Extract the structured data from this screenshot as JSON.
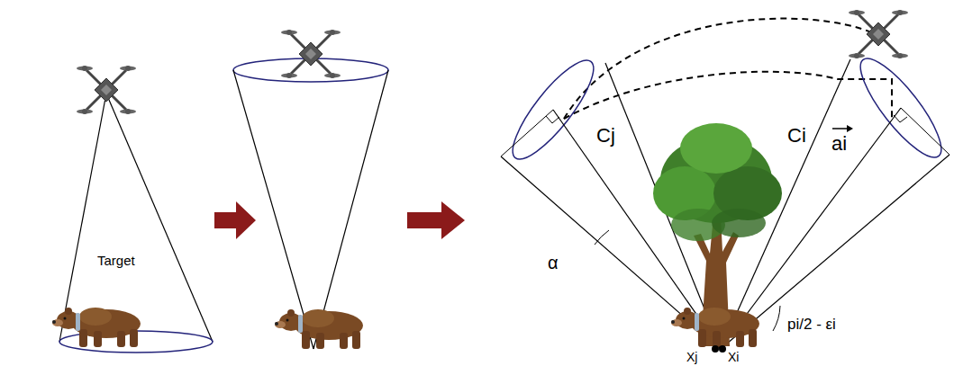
{
  "diagram": {
    "labels": [
      "Target",
      "Cj",
      "Ci",
      "ai",
      "α",
      "pi/2 - εi",
      "Xj",
      "Xi"
    ]
  }
}
